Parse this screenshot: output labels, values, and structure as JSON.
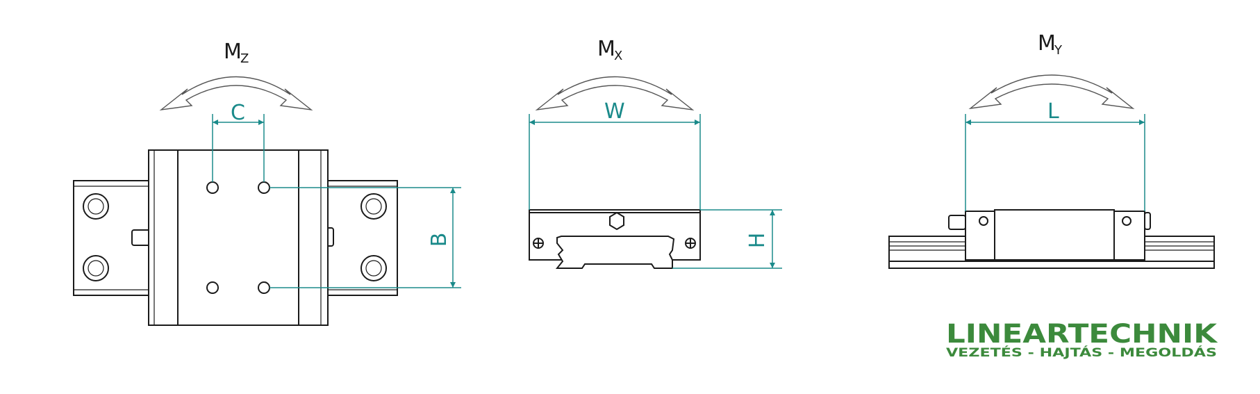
{
  "colors": {
    "dimension": "#1a8a8a",
    "outline": "#1a1a1a",
    "logo": "#3c8a3c"
  },
  "moments": {
    "mz": {
      "main": "M",
      "sub": "Z"
    },
    "mx": {
      "main": "M",
      "sub": "X"
    },
    "my": {
      "main": "M",
      "sub": "Y"
    }
  },
  "dimensions": {
    "c": "C",
    "b": "B",
    "w": "W",
    "h": "H",
    "l": "L"
  },
  "logo": {
    "name": "LINEARTECHNIK",
    "tagline": "VEZETÉS - HAJTÁS - MEGOLDÁS"
  }
}
